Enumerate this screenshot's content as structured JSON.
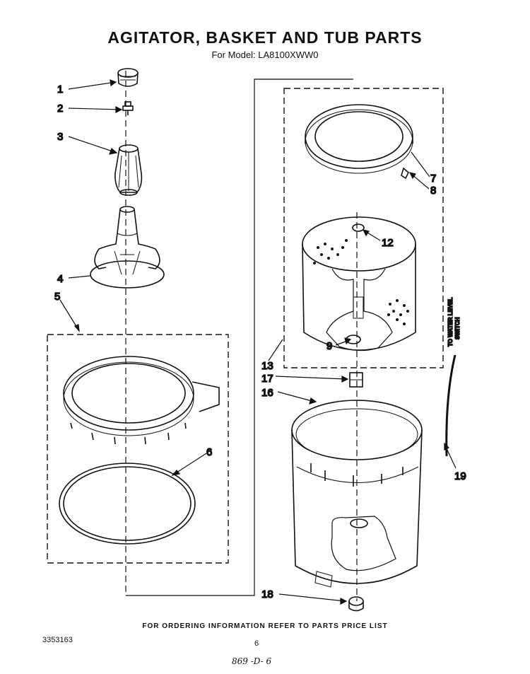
{
  "header": {
    "title": "AGITATOR, BASKET AND TUB PARTS",
    "model": "For Model: LA8100XWW0"
  },
  "callouts": [
    "1",
    "2",
    "3",
    "4",
    "5",
    "6",
    "7",
    "8",
    "12",
    "9",
    "13",
    "17",
    "16",
    "19",
    "18"
  ],
  "side_label": {
    "line1": "TO WATER LEVEL",
    "line2": "SWITCH"
  },
  "footer": {
    "note": "FOR ORDERING INFORMATION REFER TO PARTS PRICE LIST",
    "doc_number": "3353163",
    "page_number": "6",
    "handwritten": "869 -D- 6"
  }
}
